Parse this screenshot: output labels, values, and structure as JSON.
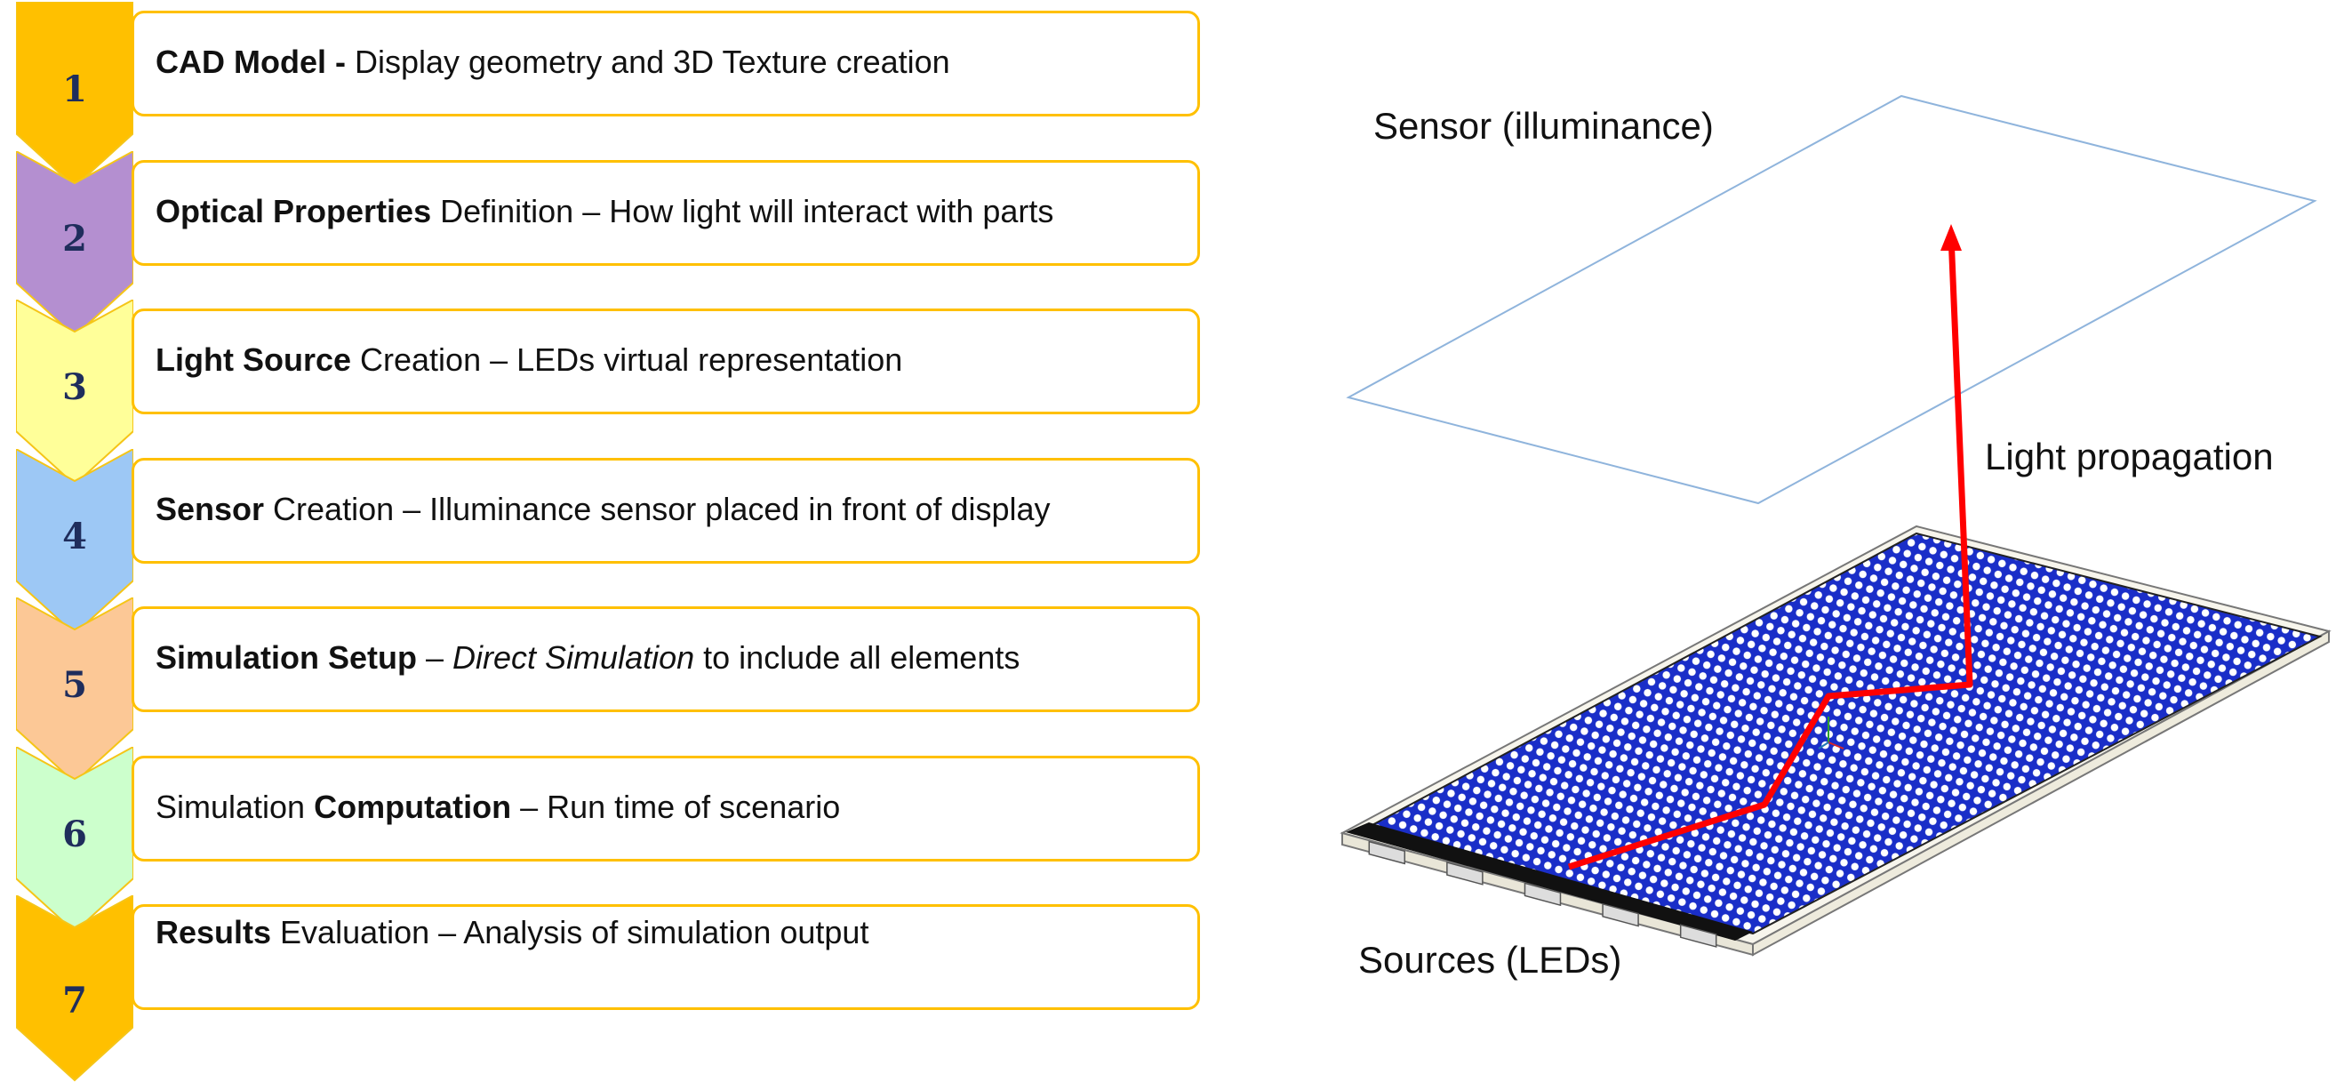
{
  "steps": [
    {
      "number": "1",
      "color": "#ffc000",
      "parts": [
        {
          "text": "CAD Model -",
          "style": "bold"
        },
        {
          "text": " Display geometry and 3D Texture creation",
          "style": "normal"
        }
      ]
    },
    {
      "number": "2",
      "color": "#b48fd0",
      "parts": [
        {
          "text": "Optical Properties",
          "style": "bold"
        },
        {
          "text": " Definition – How light will interact with parts",
          "style": "normal"
        }
      ]
    },
    {
      "number": "3",
      "color": "#ffff99",
      "parts": [
        {
          "text": "Light Source",
          "style": "bold"
        },
        {
          "text": " Creation – LEDs virtual representation",
          "style": "normal"
        }
      ]
    },
    {
      "number": "4",
      "color": "#9dc8f5",
      "parts": [
        {
          "text": "Sensor",
          "style": "bold"
        },
        {
          "text": " Creation – Illuminance sensor placed in front of display",
          "style": "normal"
        }
      ]
    },
    {
      "number": "5",
      "color": "#fcc896",
      "parts": [
        {
          "text": "Simulation Setup",
          "style": "bold"
        },
        {
          "text": " – ",
          "style": "normal"
        },
        {
          "text": "Direct Simulation",
          "style": "italic"
        },
        {
          "text": " to include all elements",
          "style": "normal"
        }
      ]
    },
    {
      "number": "6",
      "color": "#ccffcc",
      "parts": [
        {
          "text": "Simulation ",
          "style": "normal"
        },
        {
          "text": "Computation",
          "style": "bold"
        },
        {
          "text": " – Run time of scenario",
          "style": "normal"
        }
      ]
    },
    {
      "number": "7",
      "color": "#ffc000",
      "parts": [
        {
          "text": "Results",
          "style": "bold"
        },
        {
          "text": " Evaluation – Analysis of simulation output",
          "style": "normal"
        }
      ]
    }
  ],
  "scene": {
    "sensor_label": "Sensor (illuminance)",
    "propagation_label": "Light propagation",
    "sources_label": "Sources (LEDs)",
    "propagation_color": "#ff0000",
    "sensor_outline_color": "#8fb4dc",
    "led_grid_color": "#1a2ec8",
    "led_count": 5
  }
}
